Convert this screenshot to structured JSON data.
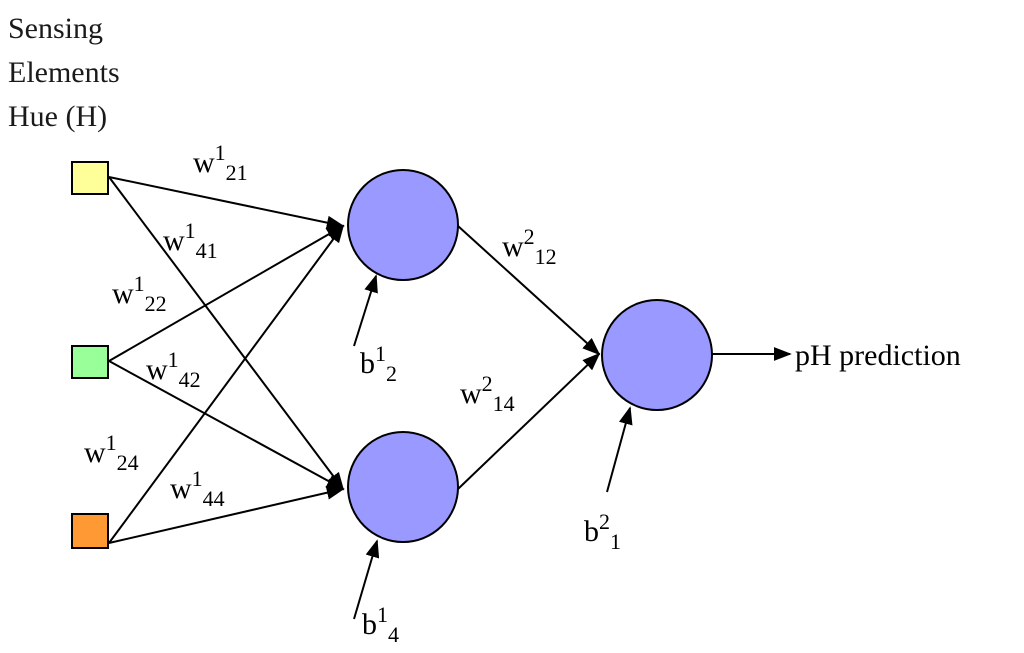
{
  "title_lines": [
    "Sensing",
    "Elements",
    "Hue (H)"
  ],
  "output_label": "pH prediction",
  "colors": {
    "input_1": "#ffff99",
    "input_2": "#99ff99",
    "input_3": "#ff9933",
    "neuron_fill": "#9999ff",
    "stroke": "#000000"
  },
  "weights": {
    "w1_21": {
      "base": "w",
      "sup": "1",
      "sub": "21"
    },
    "w1_41": {
      "base": "w",
      "sup": "1",
      "sub": "41"
    },
    "w1_22": {
      "base": "w",
      "sup": "1",
      "sub": "22"
    },
    "w1_42": {
      "base": "w",
      "sup": "1",
      "sub": "42"
    },
    "w1_24": {
      "base": "w",
      "sup": "1",
      "sub": "24"
    },
    "w1_44": {
      "base": "w",
      "sup": "1",
      "sub": "44"
    },
    "w2_12": {
      "base": "w",
      "sup": "2",
      "sub": "12"
    },
    "w2_14": {
      "base": "w",
      "sup": "2",
      "sub": "14"
    }
  },
  "biases": {
    "b1_2": {
      "base": "b",
      "sup": "1",
      "sub": "2"
    },
    "b1_4": {
      "base": "b",
      "sup": "1",
      "sub": "4"
    },
    "b2_1": {
      "base": "b",
      "sup": "2",
      "sub": "1"
    }
  }
}
